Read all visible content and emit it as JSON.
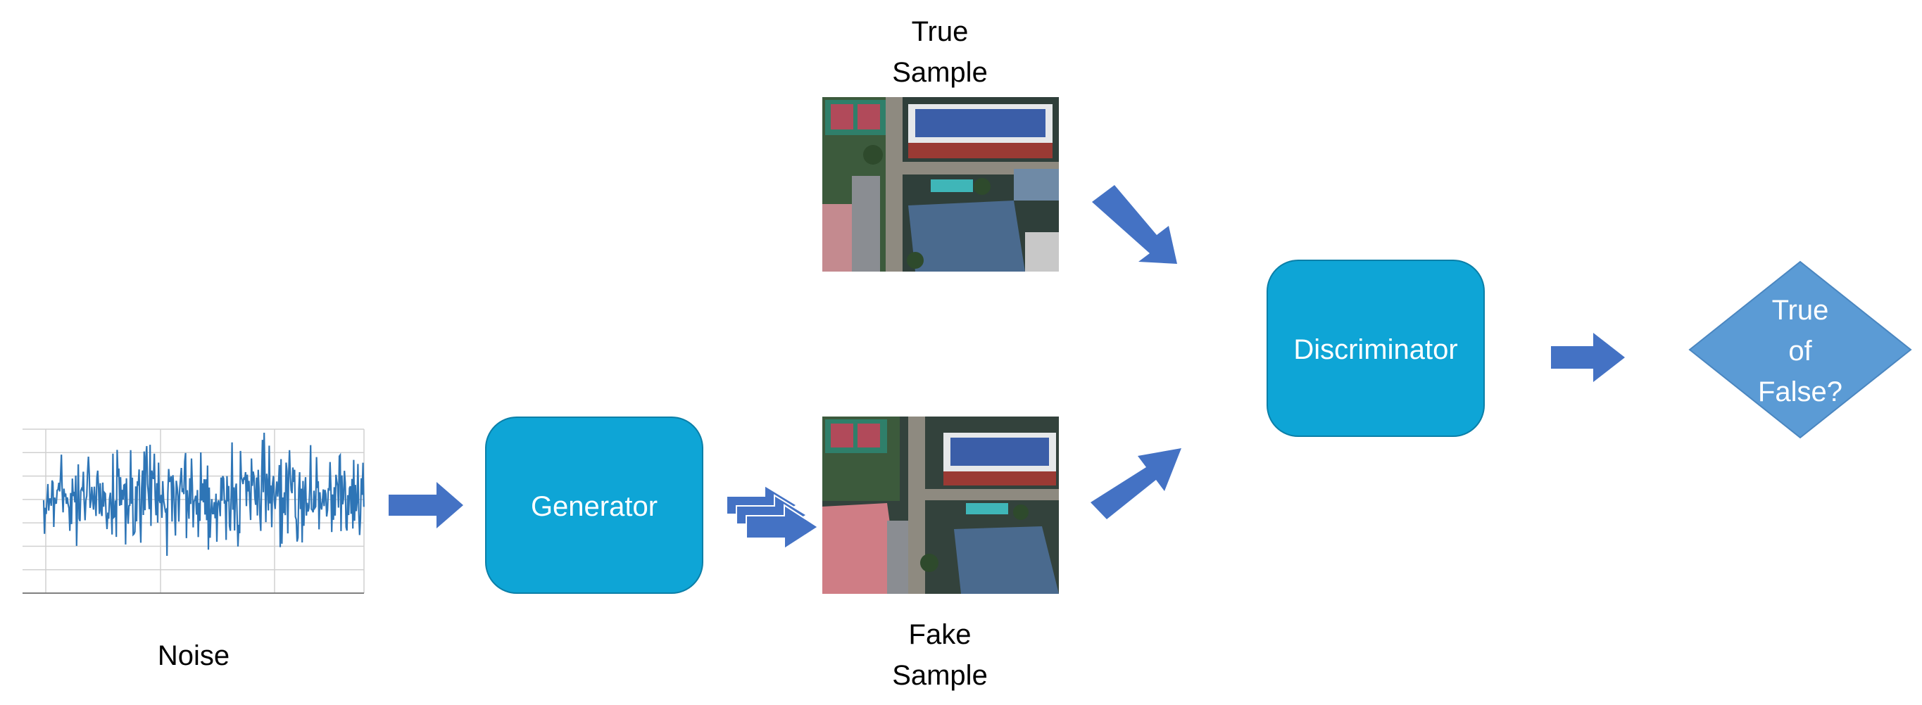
{
  "labels": {
    "noise": "Noise",
    "true_sample_line1": "True",
    "true_sample_line2": "Sample",
    "fake_sample_line1": "Fake",
    "fake_sample_line2": "Sample",
    "generator": "Generator",
    "discriminator": "Discriminator",
    "decision_line1": "True",
    "decision_line2": "of",
    "decision_line3": "False?"
  },
  "colors": {
    "box_fill": "#0ea5d6",
    "box_stroke": "#0b7fa8",
    "arrow_fill": "#4472c4",
    "diamond_fill": "#5b9bd5",
    "noise_signal": "#2e75b6",
    "grid": "#d0d0d0"
  },
  "images": {
    "true_sample": "aerial-campus-photo",
    "fake_sample": "generated-aerial-campus-photo"
  }
}
